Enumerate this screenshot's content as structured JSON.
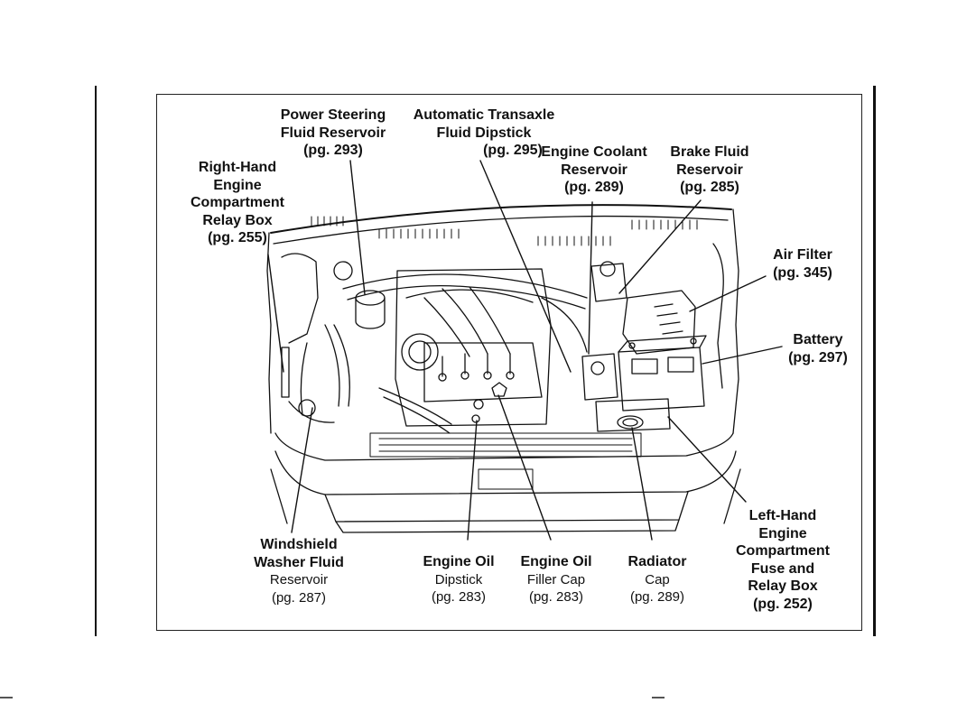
{
  "callouts": {
    "power_steering": {
      "name1": "Power Steering",
      "name2": "Fluid Reservoir",
      "page": "(pg. 293)"
    },
    "transaxle": {
      "name1": "Automatic Transaxle",
      "name2": "Fluid Dipstick",
      "page": "(pg. 295)"
    },
    "coolant": {
      "name1": "Engine Coolant",
      "name2": "Reservoir",
      "page": "(pg. 289)"
    },
    "brake": {
      "name1": "Brake Fluid",
      "name2": "Reservoir",
      "page": "(pg. 285)"
    },
    "rh_relay": {
      "name1": "Right-Hand",
      "name2": "Engine",
      "name3": "Compartment",
      "name4": "Relay Box",
      "page": "(pg. 255)"
    },
    "air_filter": {
      "name1": "Air Filter",
      "page": "(pg. 345)"
    },
    "battery": {
      "name1": "Battery",
      "page": "(pg. 297)"
    },
    "washer": {
      "name1": "Windshield",
      "name2": "Washer Fluid",
      "name3": "Reservoir",
      "page": "(pg. 287)"
    },
    "oil_dipstick": {
      "name1": "Engine Oil",
      "name2": "Dipstick",
      "page": "(pg. 283)"
    },
    "oil_filler": {
      "name1": "Engine Oil",
      "name2": "Filler Cap",
      "page": "(pg. 283)"
    },
    "radiator": {
      "name1": "Radiator",
      "name2": "Cap",
      "page": "(pg. 289)"
    },
    "lh_fuse": {
      "name1": "Left-Hand",
      "name2": "Engine",
      "name3": "Compartment",
      "name4": "Fuse and",
      "name5": "Relay Box",
      "page": "(pg. 252)"
    }
  },
  "colors": {
    "ink": "#111111",
    "frame": "#222222",
    "background": "#ffffff"
  }
}
